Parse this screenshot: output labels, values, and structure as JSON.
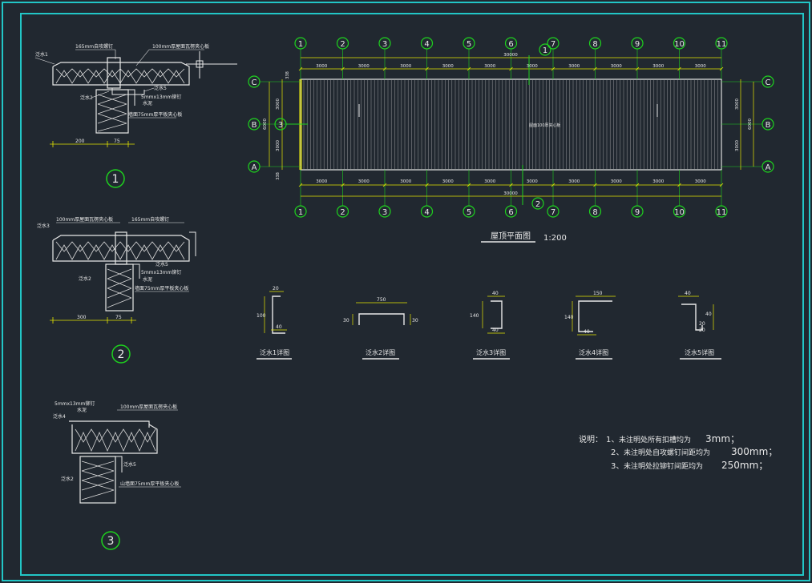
{
  "colors": {
    "background": "#212830",
    "frame": "#22c6c6",
    "line": "#e8e8e8",
    "dim": "#e6e600",
    "grid_bubble": "#1ed21e",
    "hatch": "#d8d8d8"
  },
  "plan": {
    "title": "屋顶平面图",
    "scale": "1:200",
    "axes_numbers": [
      "1",
      "2",
      "3",
      "4",
      "5",
      "6",
      "7",
      "8",
      "9",
      "10",
      "11"
    ],
    "axes_letters": [
      "C",
      "B",
      "A"
    ],
    "span": "3000",
    "total_length": "30000",
    "total_width": "6000",
    "edge": "338",
    "center_label": "屋面100厚夹心板",
    "section_marks": [
      "1",
      "2",
      "3"
    ]
  },
  "details": {
    "d1": {
      "labels": [
        "165mm自攻螺钉",
        "100mm厚屋面瓦楞夹心板",
        "泛水1",
        "泛水2",
        "泛水5",
        "5mmx13mm铆钉",
        "水泥",
        "墙面75mm厚平板夹心板"
      ],
      "dims": [
        "200",
        "75"
      ],
      "number": "1"
    },
    "d2": {
      "labels": [
        "泛水3",
        "100mm厚屋面瓦楞夹心板",
        "165mm自攻螺钉",
        "泛水5",
        "5mmx13mm铆钉",
        "泛水2",
        "水泥",
        "墙面75mm厚平板夹心板"
      ],
      "dims": [
        "300",
        "75"
      ],
      "number": "2"
    },
    "d3": {
      "labels": [
        "5mmx13mm铆钉",
        "水泥",
        "100mm厚屋面瓦楞夹心板",
        "泛水4",
        "泛水2",
        "泛水5",
        "山墙面75mm厚平板夹心板"
      ],
      "number": "3"
    }
  },
  "flashings": [
    {
      "caption": "泛水1详图",
      "dims": [
        "20",
        "100",
        "40"
      ]
    },
    {
      "caption": "泛水2详图",
      "dims": [
        "750",
        "30",
        "30"
      ]
    },
    {
      "caption": "泛水3详图",
      "dims": [
        "40",
        "140",
        "40"
      ]
    },
    {
      "caption": "泛水4详图",
      "dims": [
        "150",
        "140",
        "40"
      ]
    },
    {
      "caption": "泛水5详图",
      "dims": [
        "40",
        "40",
        "20",
        "20"
      ]
    }
  ],
  "notes": {
    "heading": "说明：",
    "items": [
      {
        "num": "1、",
        "text": "未注明处所有扣槽均为",
        "value": "3mm；"
      },
      {
        "num": "2、",
        "text": "未注明处自攻螺钉间距均为",
        "value": "300mm；"
      },
      {
        "num": "3、",
        "text": "未注明处拉铆钉间距均为",
        "value": "250mm；"
      }
    ]
  }
}
